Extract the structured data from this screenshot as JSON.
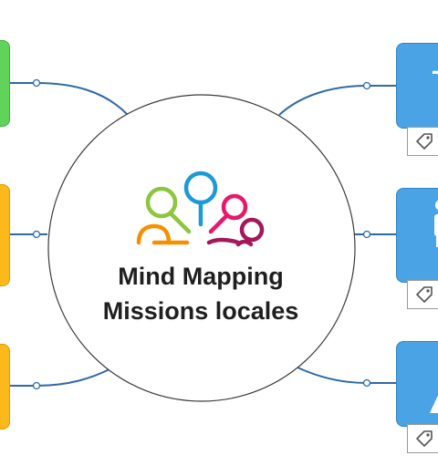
{
  "central_topic": {
    "line1": "Mind Mapping",
    "line2": "Missions locales"
  },
  "icons": {
    "logo": "people-search-logo",
    "tag": "tag-icon"
  },
  "colors": {
    "green": "#5fd35a",
    "orange": "#fbb91b",
    "blue": "#4aa3e4",
    "connector": "#2e6aa8",
    "logo_green": "#8cc63f",
    "logo_blue": "#1d9ad6",
    "logo_pink": "#e6196b",
    "logo_purple": "#a3195b",
    "logo_orange": "#f39200"
  }
}
